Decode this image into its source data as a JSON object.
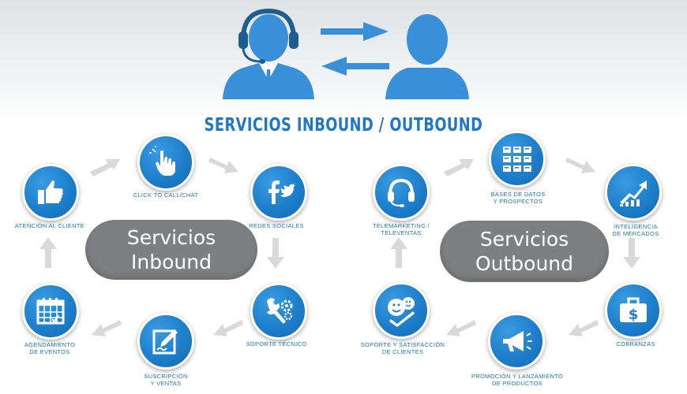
{
  "header": {
    "title": "SERVICIOS INBOUND / OUTBOUND",
    "icons": [
      "agent-headset-icon",
      "exchange-arrows-icon",
      "customer-icon"
    ]
  },
  "colors": {
    "accent": "#1d78c6",
    "pill": "#7e7f80",
    "arrow": "#d8d9da"
  },
  "inbound": {
    "center_line1": "Servicios",
    "center_line2": "Inbound",
    "nodes": [
      {
        "icon": "click-hand-icon",
        "line1": "CLICK TO CALL/CHAT",
        "line2": ""
      },
      {
        "icon": "facebook-twitter-icon",
        "line1": "REDES SOCIALES",
        "line2": ""
      },
      {
        "icon": "gears-wrench-icon",
        "line1": "SOPORTE TÉCNICO",
        "line2": ""
      },
      {
        "icon": "signature-pen-icon",
        "line1": "SUSCRIPCIÓN",
        "line2": "Y VENTAS"
      },
      {
        "icon": "calendar-icon",
        "line1": "AGENDAMIENTO",
        "line2": "DE EVENTOS"
      },
      {
        "icon": "thumbs-up-icon",
        "line1": "ATENCIÓN AL CLIENTE",
        "line2": ""
      }
    ]
  },
  "outbound": {
    "center_line1": "Servicios",
    "center_line2": "Outbound",
    "nodes": [
      {
        "icon": "database-grid-icon",
        "line1": "BASES DE DATOS",
        "line2": "Y PROSPECTOS"
      },
      {
        "icon": "growth-arrow-icon",
        "line1": "INTELIGENCIA",
        "line2": "DE MERCADOS"
      },
      {
        "icon": "briefcase-dollar-icon",
        "line1": "COBRANZAS",
        "line2": ""
      },
      {
        "icon": "megaphone-icon",
        "line1": "PROMOCIÓN Y LANZAMIENTO",
        "line2": "DE PRODUCTOS"
      },
      {
        "icon": "smiley-faces-icon",
        "line1": "SOPORTE Y SATISFACCIÓN",
        "line2": "DE CLIENTES"
      },
      {
        "icon": "headset-icon",
        "line1": "TELEMARKETING /",
        "line2": "TELEVENTAS"
      }
    ]
  }
}
